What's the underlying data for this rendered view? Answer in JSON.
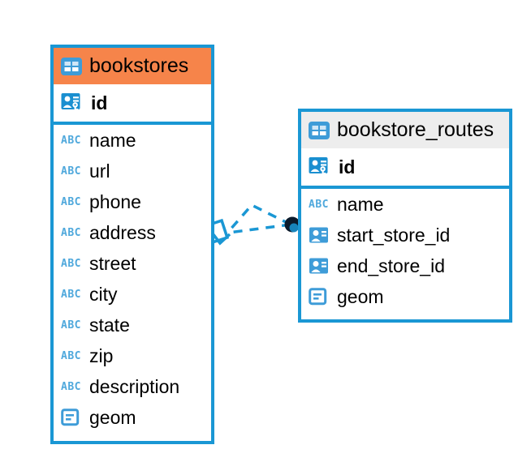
{
  "diagram": {
    "type": "entity-relationship-diagram",
    "background": "#FFFFFF",
    "accent_blue": "#1A97D4",
    "accent_orange": "#F6844A",
    "accent_gray": "#EDEDED",
    "connector_color": "#1A97D4",
    "endpoint_color": "#0B1A2B"
  },
  "entities": [
    {
      "name": "bookstores",
      "title": "bookstores",
      "header_style": "accent-orange",
      "table_icon": "table-icon",
      "fields": [
        {
          "label": "id",
          "icon": "primary-key-icon",
          "bold": true
        },
        {
          "label": "name",
          "icon": "text-abc-icon",
          "bold": false
        },
        {
          "label": "url",
          "icon": "text-abc-icon",
          "bold": false
        },
        {
          "label": "phone",
          "icon": "text-abc-icon",
          "bold": false
        },
        {
          "label": "address",
          "icon": "text-abc-icon",
          "bold": false
        },
        {
          "label": "street",
          "icon": "text-abc-icon",
          "bold": false
        },
        {
          "label": "city",
          "icon": "text-abc-icon",
          "bold": false
        },
        {
          "label": "state",
          "icon": "text-abc-icon",
          "bold": false
        },
        {
          "label": "zip",
          "icon": "text-abc-icon",
          "bold": false
        },
        {
          "label": "description",
          "icon": "text-abc-icon",
          "bold": false
        },
        {
          "label": "geom",
          "icon": "geometry-icon",
          "bold": false
        }
      ]
    },
    {
      "name": "bookstore_routes",
      "title": "bookstore_routes",
      "header_style": "accent-gray",
      "table_icon": "table-icon",
      "fields": [
        {
          "label": "id",
          "icon": "primary-key-icon",
          "bold": true
        },
        {
          "label": "name",
          "icon": "text-abc-icon",
          "bold": false
        },
        {
          "label": "start_store_id",
          "icon": "foreign-key-icon",
          "bold": false
        },
        {
          "label": "end_store_id",
          "icon": "foreign-key-icon",
          "bold": false
        },
        {
          "label": "geom",
          "icon": "geometry-icon",
          "bold": false
        }
      ]
    }
  ],
  "relationship": {
    "from_entity": "bookstores",
    "to_entity": "bookstore_routes",
    "from_marker": "diamond-marker",
    "to_marker": "filled-circle-marker",
    "line_style": "dashed",
    "branch_count": 2
  }
}
